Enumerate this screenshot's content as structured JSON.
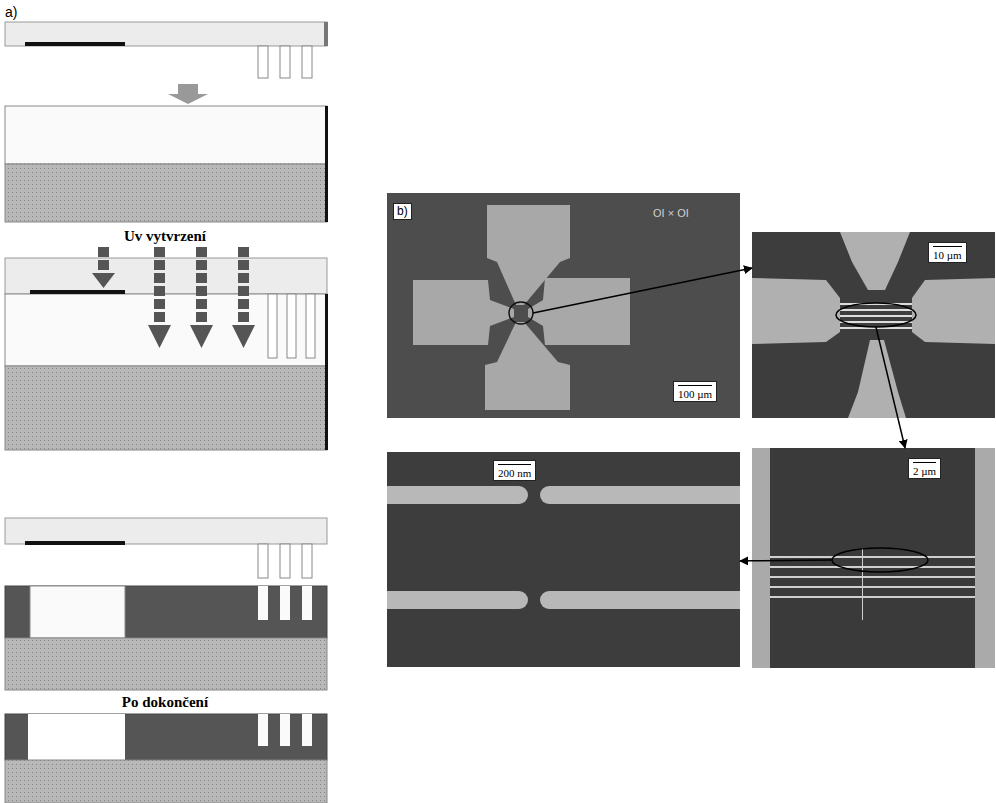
{
  "diagram": {
    "nodes": [
      {
        "text": [
          "b)",
          "OI × OI",
          "100 µm"
        ]
      },
      {
        "text": [
          "10 µm"
        ]
      },
      {
        "text": [
          "200 nm"
        ]
      },
      {
        "text": [
          "2 µm"
        ]
      }
    ],
    "edges": [
      {
        "from": 0,
        "to": 1,
        "arrow": "to"
      },
      {
        "from": 1,
        "to": 3,
        "arrow": "to"
      },
      {
        "from": 3,
        "to": 2,
        "arrow": "to"
      }
    ],
    "labels": [
      "a)",
      "Uv vytvrzení",
      "Po dokončení"
    ]
  }
}
